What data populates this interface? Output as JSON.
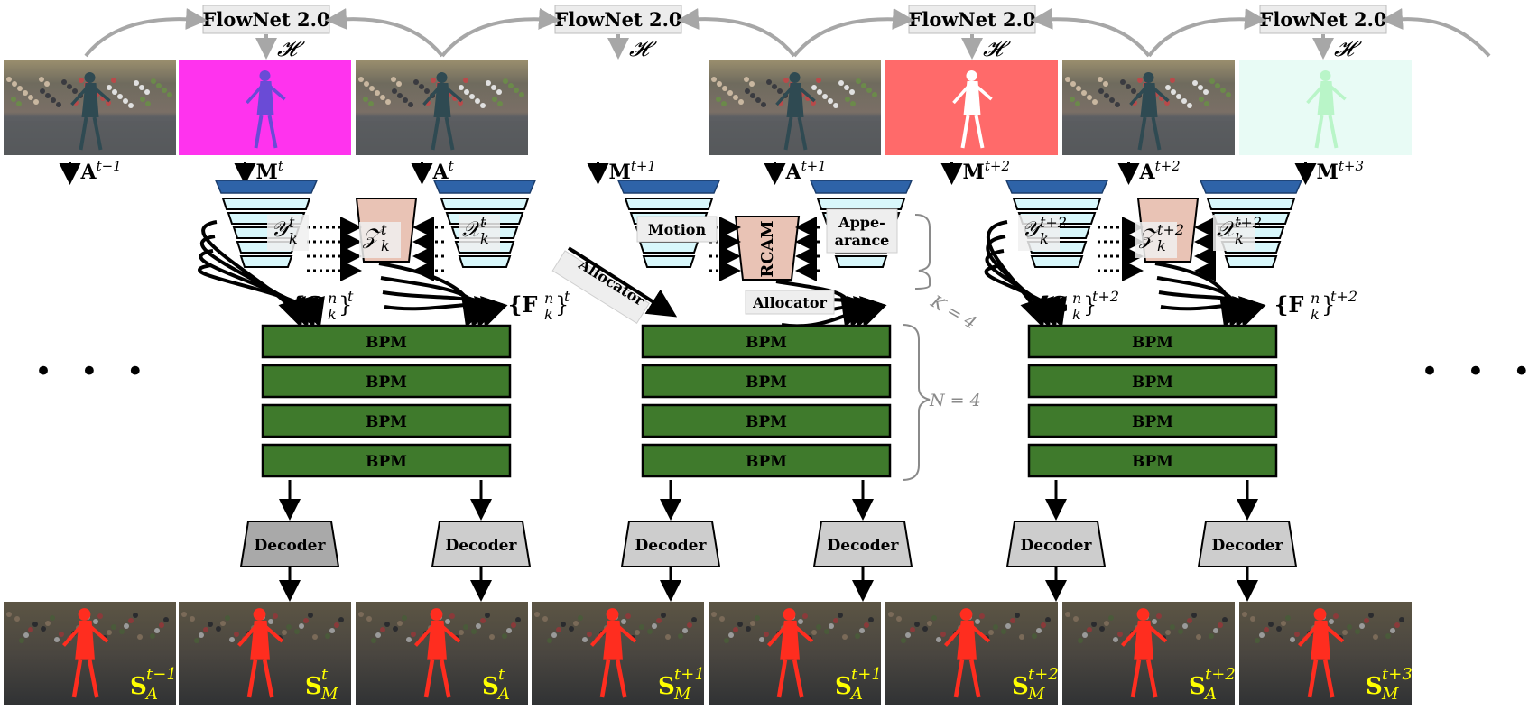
{
  "flownet_label": "FlowNet 2.0",
  "h_symbol": "𝓗",
  "frames_top": [
    {
      "kind": "photo",
      "label": "A",
      "sup": "t−1"
    },
    {
      "kind": "flow",
      "color": "#ff33ee",
      "label": "M",
      "sup": "t"
    },
    {
      "kind": "photo",
      "label": "A",
      "sup": "t"
    },
    {
      "kind": "none",
      "label": "M",
      "sup": "t+1"
    },
    {
      "kind": "photo",
      "label": "A",
      "sup": "t+1"
    },
    {
      "kind": "flow",
      "color": "#ff6a6a",
      "label": "M",
      "sup": "t+2"
    },
    {
      "kind": "photo",
      "label": "A",
      "sup": "t+2"
    },
    {
      "kind": "flow",
      "color": "#e8fbf5",
      "label": "M",
      "sup": "t+3"
    }
  ],
  "encoder_labels": {
    "group1": {
      "y": "𝒴",
      "y_sup": "t",
      "z": "𝒵",
      "z_sup": "t",
      "x": "𝒳",
      "x_sup": "t",
      "sub": "k"
    },
    "group2": {
      "motion": "Motion",
      "rcam": "RCAM",
      "appearance_1": "Appe-",
      "appearance_2": "arance",
      "allocator_left": "Allocator",
      "allocator_mid": "Allocator"
    },
    "group3": {
      "y": "𝒴",
      "y_sup": "t+2",
      "z": "𝒵",
      "z_sup": "t+2",
      "x": "𝒳",
      "x_sup": "t+2",
      "sub": "k"
    }
  },
  "feature_labels": {
    "g1": "{G",
    "g1_sup": "n",
    "g1_sub": "k",
    "g1_outer": "t",
    "f1": "{F",
    "f1_sup": "n",
    "f1_sub": "k",
    "f1_outer": "t",
    "g3": "{G",
    "g3_sup": "n",
    "g3_sub": "k",
    "g3_outer": "t+2",
    "f3": "{F",
    "f3_sup": "n",
    "f3_sub": "k",
    "f3_outer": "t+2"
  },
  "k_label": "K = 4",
  "n_label": "N = 4",
  "bpm_label": "BPM",
  "decoder_label": "Decoder",
  "ellipsis": "• • •",
  "outputs": [
    {
      "label": "S",
      "sub": "A",
      "sup": "t−1"
    },
    {
      "label": "S",
      "sub": "M",
      "sup": "t"
    },
    {
      "label": "S",
      "sub": "A",
      "sup": "t"
    },
    {
      "label": "S",
      "sub": "M",
      "sup": "t+1"
    },
    {
      "label": "S",
      "sub": "A",
      "sup": "t+1"
    },
    {
      "label": "S",
      "sub": "M",
      "sup": "t+2"
    },
    {
      "label": "S",
      "sub": "A",
      "sup": "t+2"
    },
    {
      "label": "S",
      "sub": "M",
      "sup": "t+3"
    }
  ],
  "colors": {
    "bpm_fill": "#3f7a2c",
    "encoder_top": "#2e63a8",
    "encoder_layer": "#d8f7fb",
    "fusion": "#e9c3b5",
    "decoder_dark": "#a9a9a9",
    "decoder_light": "#cdcdcd",
    "arrow_gray": "#a7a7a7",
    "segmentation": "#ff2d1f"
  }
}
